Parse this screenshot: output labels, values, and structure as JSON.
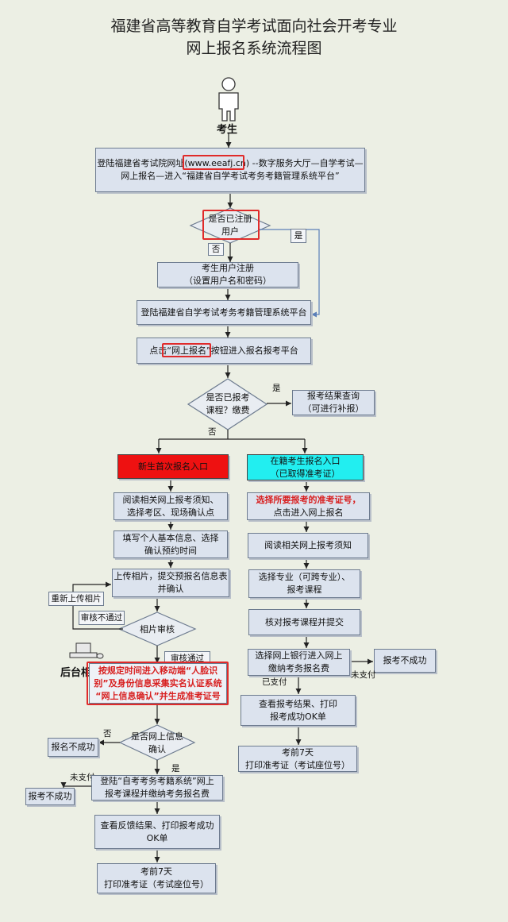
{
  "title": {
    "line1": "福建省高等教育自学考试面向社会开考专业",
    "line2": "网上报名系统流程图"
  },
  "actor_label": "考生",
  "steps": {
    "login_site": [
      "登陆福建省考试院网址(www.eeafj.cn) --数字服务大厅—自学考试—",
      "网上报名—进入“福建省自学考试考务考籍管理系统平台”"
    ],
    "q_registered": [
      "是否已注册",
      "用户"
    ],
    "yes1": "是",
    "no1": "否",
    "register": [
      "考生用户注册",
      "（设置用户名和密码）"
    ],
    "login_platform": "登陆福建省自学考试考务考籍管理系统平台",
    "click_online": "点击“网上报名”按钮进入报名报考平台",
    "q_reported": [
      "是否已报考",
      "课程？缴费"
    ],
    "yes2": "是",
    "no2": "否",
    "result_query": [
      "报考结果查询",
      "（可进行补报）"
    ],
    "new_entry": "新生首次报名入口",
    "current_entry": [
      "在籍考生报名入口",
      "（已取得准考证）"
    ]
  },
  "left": {
    "read_notice": [
      "阅读相关网上报考须知、",
      "选择考区、现场确认点"
    ],
    "fill_info": [
      "填写个人基本信息、选择",
      "确认预约时间"
    ],
    "upload_photo": [
      "上传相片，提交预报名信息表",
      "并确认"
    ],
    "reupload": "重新上传相片",
    "review_fail": "审核不通过",
    "photo_review": "相片审核",
    "backend_review": "后台相片审核",
    "review_pass": "审核通过",
    "face_verify": [
      "按规定时间进入移动端“人脸识",
      "别”及身份信息采集实名认证系统",
      "“网上信息确认”并生成准考证号"
    ],
    "q_confirmed": [
      "是否网上信息",
      "确认"
    ],
    "no3": "否",
    "yes3": "是",
    "signup_fail": "报名不成功",
    "unpaid1": "未支付",
    "pay_exam": [
      "登陆“自考考务考籍系统”网上",
      "报考课程并缴纳考务报名费"
    ],
    "report_fail1": "报考不成功",
    "feedback": [
      "查看反馈结果、打印报考成功",
      "OK单"
    ],
    "admission": [
      "考前7天",
      "打印准考证（考试座位号）"
    ]
  },
  "right": {
    "select_number": "选择所要报考的准考证号，",
    "select_number2": "点击进入网上报名",
    "read_notice": "阅读相关网上报考须知",
    "select_major": [
      "选择专业（可跨专业）、",
      "报考课程"
    ],
    "check_submit": "核对报考课程并提交",
    "bank_pay": [
      "选择网上银行进入网上",
      "缴纳考务报名费"
    ],
    "report_fail2": "报考不成功",
    "unpaid2": "未支付",
    "paid": "已支付",
    "view_print": [
      "查看报考结果、打印",
      "报考成功OK单"
    ],
    "admission": [
      "考前7天",
      "打印准考证（考试座位号）"
    ]
  },
  "colors": {
    "new_entry_fill": "#ee1111",
    "current_entry_fill": "#22eef0",
    "highlight": "#e02a2a",
    "box_fill": "#dce3ee",
    "arrow": "#222222",
    "connector_blue": "#5b7fb8"
  },
  "icons": [
    "person-icon",
    "computer-icon"
  ]
}
